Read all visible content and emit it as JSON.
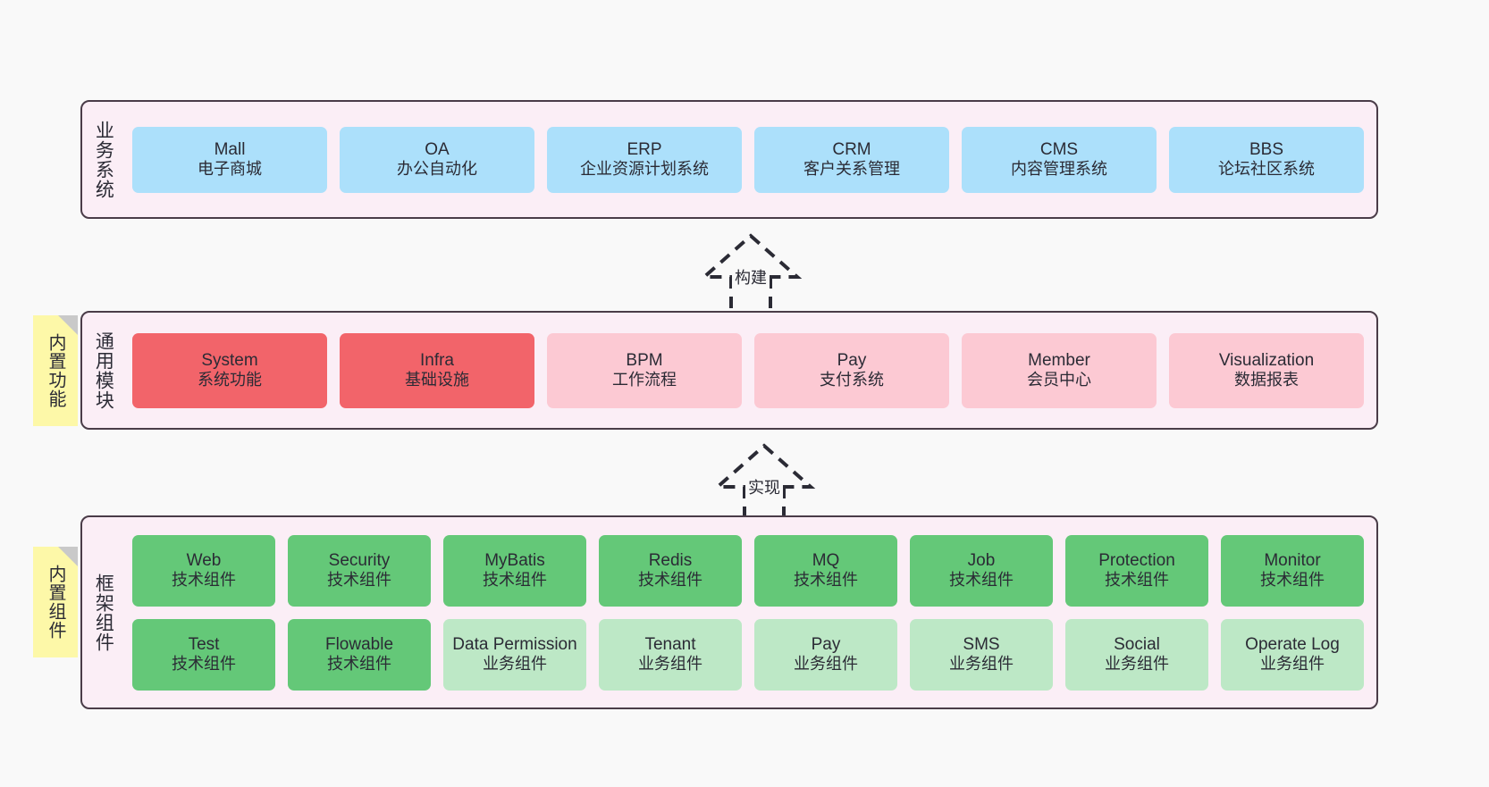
{
  "colors": {
    "canvas_bg": "#f9f9f9",
    "panel_bg": "#fbeef6",
    "panel_border": "#4a3c48",
    "business_card": "#ace0fb",
    "common_primary": "#f2646a",
    "common_secondary": "#fcc9d3",
    "framework_tech": "#64c878",
    "framework_business": "#bde8c6",
    "sticky_note": "#fdf8a8",
    "sticky_fold": "#c9c9c9",
    "text": "#2b2b35"
  },
  "layers": {
    "business": {
      "title": "业务系统",
      "cards": [
        {
          "name": "Mall",
          "desc": "电子商城"
        },
        {
          "name": "OA",
          "desc": "办公自动化"
        },
        {
          "name": "ERP",
          "desc": "企业资源计划系统"
        },
        {
          "name": "CRM",
          "desc": "客户关系管理"
        },
        {
          "name": "CMS",
          "desc": "内容管理系统"
        },
        {
          "name": "BBS",
          "desc": "论坛社区系统"
        }
      ]
    },
    "common": {
      "title": "通用模块",
      "sticky": "内置功能",
      "cards": [
        {
          "name": "System",
          "desc": "系统功能",
          "variant": "primary"
        },
        {
          "name": "Infra",
          "desc": "基础设施",
          "variant": "primary"
        },
        {
          "name": "BPM",
          "desc": "工作流程",
          "variant": "secondary"
        },
        {
          "name": "Pay",
          "desc": "支付系统",
          "variant": "secondary"
        },
        {
          "name": "Member",
          "desc": "会员中心",
          "variant": "secondary"
        },
        {
          "name": "Visualization",
          "desc": "数据报表",
          "variant": "secondary"
        }
      ]
    },
    "framework": {
      "title": "框架组件",
      "sticky": "内置组件",
      "row1": [
        {
          "name": "Web",
          "desc": "技术组件",
          "variant": "tech"
        },
        {
          "name": "Security",
          "desc": "技术组件",
          "variant": "tech"
        },
        {
          "name": "MyBatis",
          "desc": "技术组件",
          "variant": "tech"
        },
        {
          "name": "Redis",
          "desc": "技术组件",
          "variant": "tech"
        },
        {
          "name": "MQ",
          "desc": "技术组件",
          "variant": "tech"
        },
        {
          "name": "Job",
          "desc": "技术组件",
          "variant": "tech"
        },
        {
          "name": "Protection",
          "desc": "技术组件",
          "variant": "tech"
        },
        {
          "name": "Monitor",
          "desc": "技术组件",
          "variant": "tech"
        }
      ],
      "row2": [
        {
          "name": "Test",
          "desc": "技术组件",
          "variant": "tech"
        },
        {
          "name": "Flowable",
          "desc": "技术组件",
          "variant": "tech"
        },
        {
          "name": "Data Permission",
          "desc": "业务组件",
          "variant": "business"
        },
        {
          "name": "Tenant",
          "desc": "业务组件",
          "variant": "business"
        },
        {
          "name": "Pay",
          "desc": "业务组件",
          "variant": "business"
        },
        {
          "name": "SMS",
          "desc": "业务组件",
          "variant": "business"
        },
        {
          "name": "Social",
          "desc": "业务组件",
          "variant": "business"
        },
        {
          "name": "Operate Log",
          "desc": "业务组件",
          "variant": "business"
        }
      ]
    }
  },
  "connectors": [
    {
      "id": "build",
      "label": "构建",
      "style": "dashed-hollow-triangle-up"
    },
    {
      "id": "realize",
      "label": "实现",
      "style": "dashed-hollow-triangle-up"
    }
  ]
}
